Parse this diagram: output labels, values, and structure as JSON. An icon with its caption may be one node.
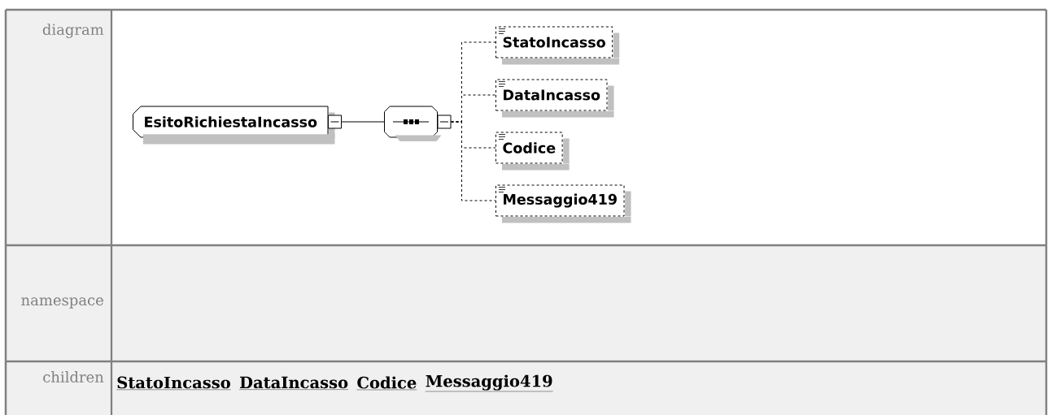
{
  "diagram": {
    "nodes": [
      {
        "text": [
          "EsitoRichiestaIncasso"
        ]
      },
      {
        "text": [],
        "shape": "octagon"
      },
      {
        "text": [
          "StatoIncasso"
        ]
      },
      {
        "text": [
          "DataIncasso"
        ]
      },
      {
        "text": [
          "Codice"
        ]
      },
      {
        "text": [
          "Messaggio419"
        ]
      }
    ],
    "edges": [
      {
        "from": 0,
        "to": 1,
        "arrow": "none"
      },
      {
        "from": 1,
        "to": 2,
        "arrow": "none",
        "style": "dashed"
      },
      {
        "from": 1,
        "to": 3,
        "arrow": "none",
        "style": "dashed"
      },
      {
        "from": 1,
        "to": 4,
        "arrow": "none",
        "style": "dashed"
      },
      {
        "from": 1,
        "to": 5,
        "arrow": "none",
        "style": "dashed"
      }
    ],
    "labels": [
      "diagram",
      "namespace",
      "children",
      "StatoIncasso",
      "DataIncasso",
      "Codice",
      "Messaggio419"
    ]
  }
}
